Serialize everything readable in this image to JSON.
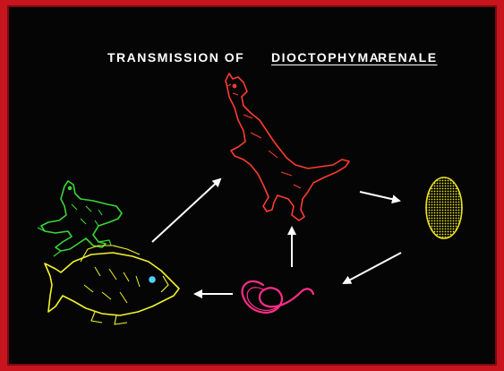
{
  "title": {
    "prefix": "TRANSMISSION OF",
    "genus": "DIOCTOPHYMA",
    "species": "RENALE"
  },
  "nodes": [
    {
      "id": "mink",
      "name": "mink-icon",
      "color": "#ff3b30"
    },
    {
      "id": "egg",
      "name": "egg-icon",
      "color": "#e8e020"
    },
    {
      "id": "worm",
      "name": "worm-icon",
      "color": "#ff2d8a"
    },
    {
      "id": "fish",
      "name": "fish-icon",
      "color": "#f2f22a"
    },
    {
      "id": "frog",
      "name": "frog-icon",
      "color": "#3ad63a"
    }
  ],
  "colors": {
    "frame": "#c8141c",
    "background": "#050505",
    "arrow": "#ffffff"
  }
}
